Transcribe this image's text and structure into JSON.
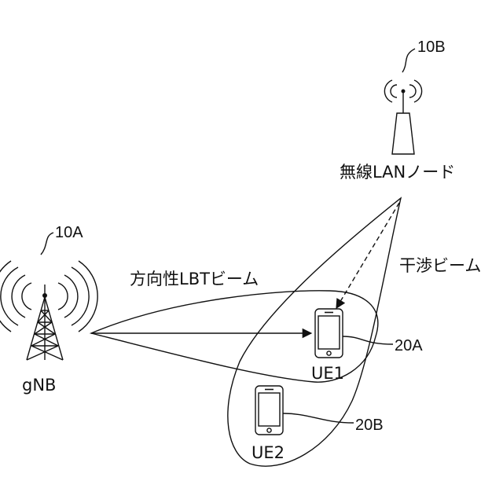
{
  "labels": {
    "gnb": "gNB",
    "gnb_ref": "10A",
    "wlan_node": "無線LANノード",
    "wlan_ref": "10B",
    "lbt_beam": "方向性LBTビーム",
    "interference_beam": "干渉ビーム",
    "ue1": "UE1",
    "ue1_ref": "20A",
    "ue2": "UE2",
    "ue2_ref": "20B"
  }
}
